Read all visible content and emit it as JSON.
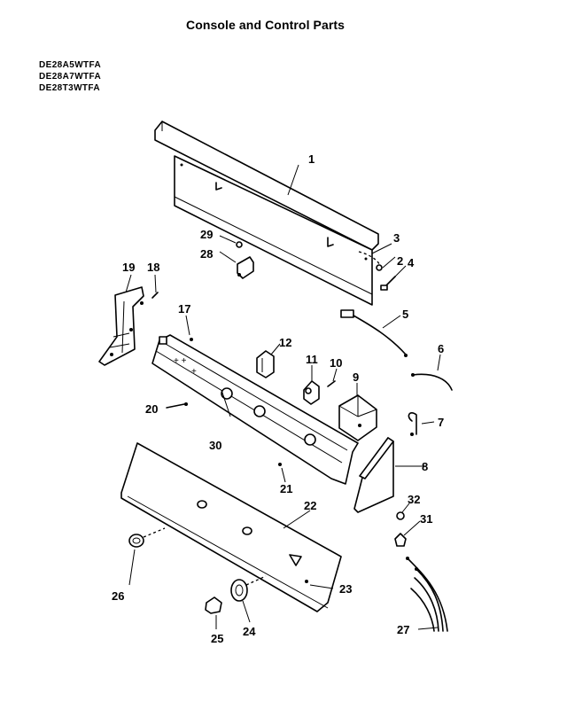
{
  "header": {
    "title": "Console and Control Parts",
    "models": [
      "DE28A5WTFA",
      "DE28A7WTFA",
      "DE28T3WTFA"
    ]
  },
  "parts": [
    {
      "key": "p1",
      "label": "1"
    },
    {
      "key": "p2",
      "label": "2"
    },
    {
      "key": "p3",
      "label": "3"
    },
    {
      "key": "p4",
      "label": "4"
    },
    {
      "key": "p5",
      "label": "5"
    },
    {
      "key": "p6",
      "label": "6"
    },
    {
      "key": "p7",
      "label": "7"
    },
    {
      "key": "p8",
      "label": "8"
    },
    {
      "key": "p9",
      "label": "9"
    },
    {
      "key": "p10",
      "label": "10"
    },
    {
      "key": "p11",
      "label": "11"
    },
    {
      "key": "p12",
      "label": "12"
    },
    {
      "key": "p17",
      "label": "17"
    },
    {
      "key": "p18",
      "label": "18"
    },
    {
      "key": "p19",
      "label": "19"
    },
    {
      "key": "p20",
      "label": "20"
    },
    {
      "key": "p21",
      "label": "21"
    },
    {
      "key": "p22",
      "label": "22"
    },
    {
      "key": "p23",
      "label": "23"
    },
    {
      "key": "p24",
      "label": "24"
    },
    {
      "key": "p25",
      "label": "25"
    },
    {
      "key": "p26",
      "label": "26"
    },
    {
      "key": "p27",
      "label": "27"
    },
    {
      "key": "p28",
      "label": "28"
    },
    {
      "key": "p29",
      "label": "29"
    },
    {
      "key": "p30",
      "label": "30"
    },
    {
      "key": "p31",
      "label": "31"
    },
    {
      "key": "p32",
      "label": "32"
    }
  ]
}
